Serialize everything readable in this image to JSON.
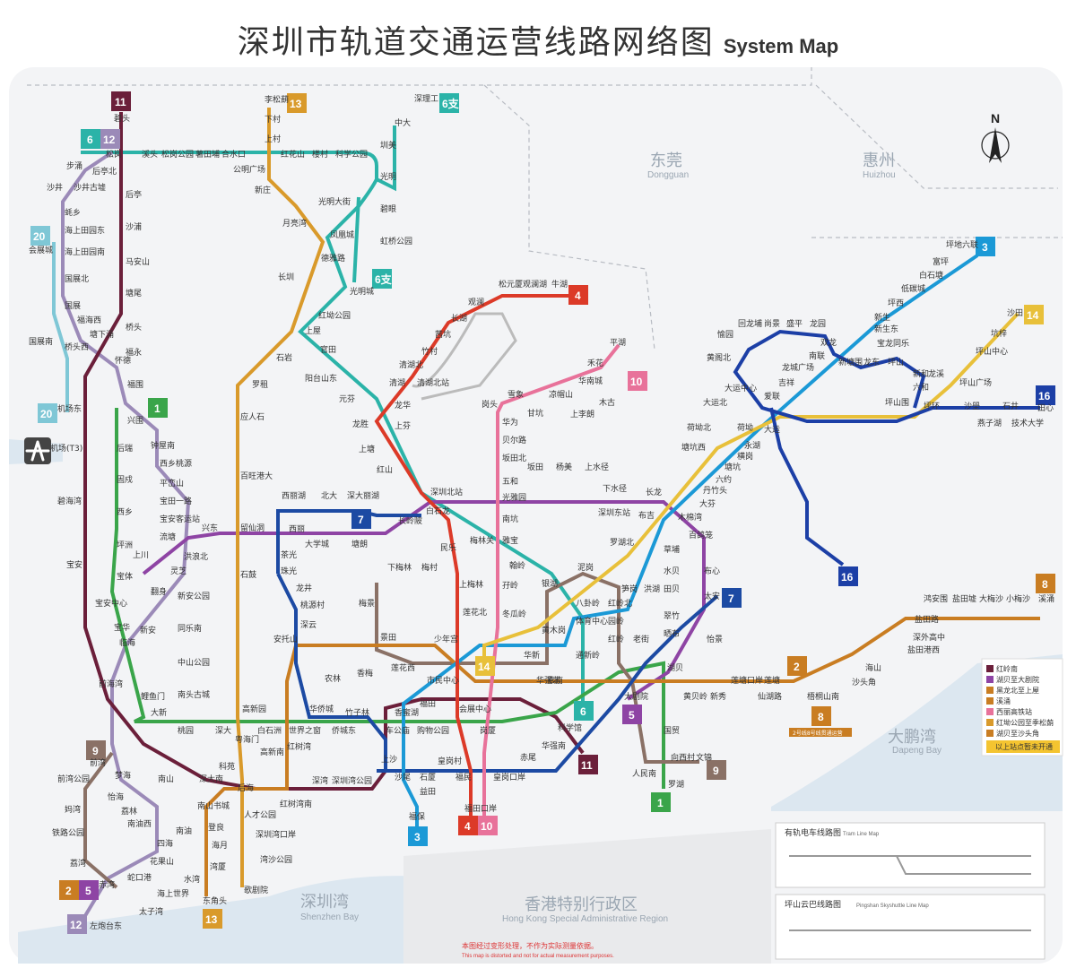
{
  "title": {
    "zh": "深圳市轨道交通运营线路网络图",
    "en": "System Map"
  },
  "regions": {
    "dongguan": {
      "zh": "东莞",
      "en": "Dongguan"
    },
    "huizhou": {
      "zh": "惠州",
      "en": "Huizhou"
    },
    "shenzhen_bay": {
      "zh": "深圳湾",
      "en": "Shenzhen Bay"
    },
    "dapeng_bay": {
      "zh": "大鹏湾",
      "en": "Dapeng Bay"
    },
    "hongkong": {
      "zh": "香港特别行政区",
      "en": "Hong Kong Special Administrative Region"
    }
  },
  "compass": "N",
  "lines": [
    {
      "id": "1",
      "color": "#3aa54a"
    },
    {
      "id": "2",
      "color": "#c97d22"
    },
    {
      "id": "3",
      "color": "#1b99d6"
    },
    {
      "id": "4",
      "color": "#dc3a28"
    },
    {
      "id": "5",
      "color": "#8e44a4"
    },
    {
      "id": "6",
      "color": "#2bb3a8"
    },
    {
      "id": "7",
      "color": "#1c4aa3"
    },
    {
      "id": "8",
      "color": "#c97d22"
    },
    {
      "id": "9",
      "color": "#8a7166"
    },
    {
      "id": "10",
      "color": "#e8729a"
    },
    {
      "id": "11",
      "color": "#6b1f3a"
    },
    {
      "id": "12",
      "color": "#9b8ab8"
    },
    {
      "id": "13",
      "color": "#d99a2b"
    },
    {
      "id": "14",
      "color": "#e8c03a"
    },
    {
      "id": "16",
      "color": "#1c3fa6"
    },
    {
      "id": "20",
      "color": "#7fc7d6"
    }
  ],
  "stations": {
    "s1": "碧头",
    "s2": "松岗",
    "s3": "溪头",
    "s4": "松岗公园",
    "s5": "薯田埔",
    "s6": "合水口",
    "s7": "公明广场",
    "s8": "红花山",
    "s9": "楼村",
    "s10": "科学公园",
    "s11": "光明",
    "s12": "碧眼",
    "s13": "虹桥公园",
    "s14": "凤凰城",
    "s15": "光明大街",
    "s16": "长圳",
    "s17": "光明城",
    "s18": "深理工",
    "s19": "中大",
    "s20": "圳美",
    "s21": "李松蓢",
    "s22": "下村",
    "s23": "上村",
    "s24": "新庄",
    "s25": "月亮湾",
    "s26": "德雅路",
    "s27": "红坳公园",
    "s28": "上屋",
    "s29": "官田",
    "s30": "石岩",
    "s31": "阳台山东",
    "s32": "元芬",
    "s33": "龙胜",
    "s34": "上塘",
    "s35": "龙华",
    "s36": "上芬",
    "s37": "红山",
    "s38": "清湖",
    "s39": "清湖北",
    "s40": "竹村",
    "s41": "茜坑",
    "s42": "长湖",
    "s43": "观澜",
    "s44": "松元厦",
    "s45": "观澜湖",
    "s46": "牛湖",
    "s47": "平湖",
    "s48": "禾花",
    "s49": "华南城",
    "s50": "木古",
    "s51": "上李朗",
    "s52": "甘坑",
    "s53": "凉帽山",
    "s54": "雪象",
    "s55": "岗头",
    "s56": "华为",
    "s57": "贝尔路",
    "s58": "坂田北",
    "s59": "五和",
    "s60": "光雅园",
    "s61": "南坑",
    "s62": "雅宝",
    "s63": "坂田",
    "s64": "杨美",
    "s65": "上水径",
    "s66": "下水径",
    "s67": "长龙",
    "s68": "布吉",
    "s69": "木棉湾",
    "s70": "大芬",
    "s71": "丹竹头",
    "s72": "六约",
    "s73": "塘坑",
    "s74": "横岗",
    "s75": "永湖",
    "s76": "荷坳",
    "s77": "大运",
    "s78": "爱联",
    "s79": "吉祥",
    "s80": "龙城广场",
    "s81": "南联",
    "s82": "双龙",
    "s83": "新塘围",
    "s84": "龙东",
    "s85": "宝龙同乐",
    "s86": "坪山",
    "s87": "新和",
    "s88": "六和",
    "s89": "坪山围",
    "s90": "坪环",
    "s91": "沙壆",
    "s92": "燕子湖",
    "s93": "石井",
    "s94": "田心",
    "s95": "技术大学",
    "s96": "沙田",
    "s97": "坑梓",
    "s98": "坪山中心",
    "s99": "坪山广场",
    "s100": "坪地六联",
    "s101": "富坪",
    "s102": "白石塘",
    "s103": "低碳城",
    "s104": "新生",
    "s105": "坪西",
    "s106": "愉园",
    "s107": "回龙埔",
    "s108": "尚景",
    "s109": "盛平",
    "s110": "龙园",
    "s111": "黄阁北",
    "s112": "大运北",
    "s113": "机场东",
    "s114": "机场(T3)",
    "s115": "碧海湾",
    "s116": "宝安",
    "s117": "宝安中心",
    "s118": "宝体",
    "s119": "坪洲",
    "s120": "西乡",
    "s121": "固戍",
    "s122": "后瑞",
    "s123": "福永",
    "s124": "桥头",
    "s125": "塘尾",
    "s126": "马安山",
    "s127": "沙浦",
    "s128": "后亭",
    "s129": "怀德",
    "s130": "福围",
    "s131": "兴围",
    "s132": "钟屋南",
    "s133": "西乡桃源",
    "s134": "平峦山",
    "s135": "宝田一路",
    "s136": "宝安客运站",
    "s137": "流塘",
    "s138": "上川",
    "s139": "灵芝",
    "s140": "洪浪北",
    "s141": "兴东",
    "s142": "留仙洞",
    "s143": "翻身",
    "s144": "新安",
    "s145": "同乐南",
    "s146": "中山公园",
    "s147": "南头古城",
    "s148": "鲤鱼门",
    "s149": "前海湾",
    "s150": "临海",
    "s151": "宝华",
    "s152": "新安公园",
    "s153": "大新",
    "s154": "桃园",
    "s155": "深大",
    "s156": "高新园",
    "s157": "白石洲",
    "s158": "世界之窗",
    "s159": "华侨城",
    "s160": "侨城东",
    "s161": "竹子林",
    "s162": "车公庙",
    "s163": "香蜜湖",
    "s164": "购物公园",
    "s165": "会展中心",
    "s166": "岗厦",
    "s167": "福田",
    "s168": "市民中心",
    "s169": "少年宫",
    "s170": "莲花北",
    "s171": "上梅林",
    "s172": "梅林关",
    "s173": "民乐",
    "s174": "白石龙",
    "s175": "深圳北站",
    "s176": "长岭陂",
    "s177": "西丽",
    "s178": "大学城",
    "s179": "塘朗",
    "s180": "北大",
    "s181": "西丽湖",
    "s182": "深大丽湖",
    "s183": "茶光",
    "s184": "珠光",
    "s185": "龙井",
    "s186": "桃源村",
    "s187": "深云",
    "s188": "安托山",
    "s189": "农林",
    "s190": "香梅",
    "s191": "景田",
    "s192": "梅景",
    "s193": "下梅林",
    "s194": "梅村",
    "s195": "上沙",
    "s196": "沙尾",
    "s197": "石厦",
    "s198": "皇岗村",
    "s199": "福民",
    "s200": "福田口岸",
    "s201": "益田",
    "s202": "福保",
    "s203": "皇岗口岸",
    "s204": "赤尾",
    "s205": "华强南",
    "s206": "华强北",
    "s207": "华新",
    "s208": "燕南",
    "s209": "科学馆",
    "s210": "大剧院",
    "s211": "老街",
    "s212": "湖贝",
    "s213": "黄贝岭",
    "s214": "新秀",
    "s215": "莲塘口岸",
    "s216": "仙湖路",
    "s217": "莲塘",
    "s218": "梧桐山南",
    "s219": "沙头角",
    "s220": "海山",
    "s221": "盐田港西",
    "s222": "深外高中",
    "s223": "盐田路",
    "s224": "鸿安围",
    "s225": "盐田墟",
    "s226": "大梅沙",
    "s227": "小梅沙",
    "s228": "溪涌",
    "s229": "国贸",
    "s230": "罗湖",
    "s231": "人民南",
    "s232": "向西村",
    "s233": "文锦",
    "s234": "黄木岗",
    "s235": "八卦岭",
    "s236": "红岭北",
    "s237": "笋岗",
    "s238": "洪湖",
    "s239": "田贝",
    "s240": "太安",
    "s241": "翠竹",
    "s242": "晒布",
    "s243": "水贝",
    "s244": "草埔",
    "s245": "布心",
    "s246": "百鸽笼",
    "s247": "怡景",
    "s248": "泥岗",
    "s249": "银湖",
    "s250": "翰岭",
    "s251": "冬瓜岭",
    "s252": "孖岭",
    "s253": "通新岭",
    "s254": "红岭",
    "s255": "园岭",
    "s256": "体育中心",
    "s257": "莲花西",
    "s258": "红树湾",
    "s259": "红树湾南",
    "s260": "深湾",
    "s261": "深圳湾公园",
    "s262": "后海",
    "s263": "科苑",
    "s264": "登良",
    "s265": "南油",
    "s266": "四海",
    "s267": "花果山",
    "s268": "水湾",
    "s269": "蛇口港",
    "s270": "海上世界",
    "s271": "赤湾",
    "s272": "荔湾",
    "s273": "铁路公园",
    "s274": "妈湾",
    "s275": "前湾公园",
    "s276": "前湾",
    "s277": "梦海",
    "s278": "怡海",
    "s279": "荔林",
    "s280": "南油西",
    "s281": "南山",
    "s282": "南山书城",
    "s283": "深大南",
    "s284": "粤海门",
    "s285": "高新南",
    "s286": "人才公园",
    "s287": "深圳湾口岸",
    "s288": "海月",
    "s289": "湾厦",
    "s290": "东角头",
    "s291": "太子湾",
    "s292": "左炮台东",
    "s293": "歌剧院",
    "s294": "湾沙公园",
    "s295": "沙井",
    "s296": "后亭北",
    "s297": "会展城",
    "s298": "国展北",
    "s299": "国展",
    "s300": "福海西",
    "s301": "桥头西",
    "s302": "国展南",
    "s303": "蚝乡",
    "s304": "海上田园东",
    "s305": "海上田园南",
    "s306": "沙井古墟",
    "s307": "步涌",
    "s308": "塘下涌",
    "s309": "石鼓",
    "s310": "百旺港大",
    "s311": "应人石",
    "s312": "罗租",
    "s313": "深圳东站",
    "s314": "清湖北站",
    "s315": "罗湖北",
    "s316": "塘坑西",
    "s317": "大运中心",
    "s318": "荷坳北",
    "s319": "新生东",
    "s320": "龙溪"
  },
  "tram_legend": {
    "title": "有轨电车线路图",
    "title_en": "Tram Line Map"
  },
  "skyshuttle_legend": {
    "title": "坪山云巴线路图",
    "title_en": "Pingshan Skyshuttle Line Map"
  },
  "note": "本图经过变形处理，不作为实际测量依据。",
  "note_en": "This map is distorted and not for actual measurement purposes.",
  "legend_items": [
    "红岭南",
    "湖贝至大剧院",
    "黑龙北至上屋",
    "溪涌",
    "西丽高铁站",
    "红坳公园至季松蓢",
    "湖贝至沙头角",
    "以上站点暂未开通"
  ],
  "legend_note": "以上站点暂未开通",
  "line8_note": "2号线8号线贯通运营"
}
